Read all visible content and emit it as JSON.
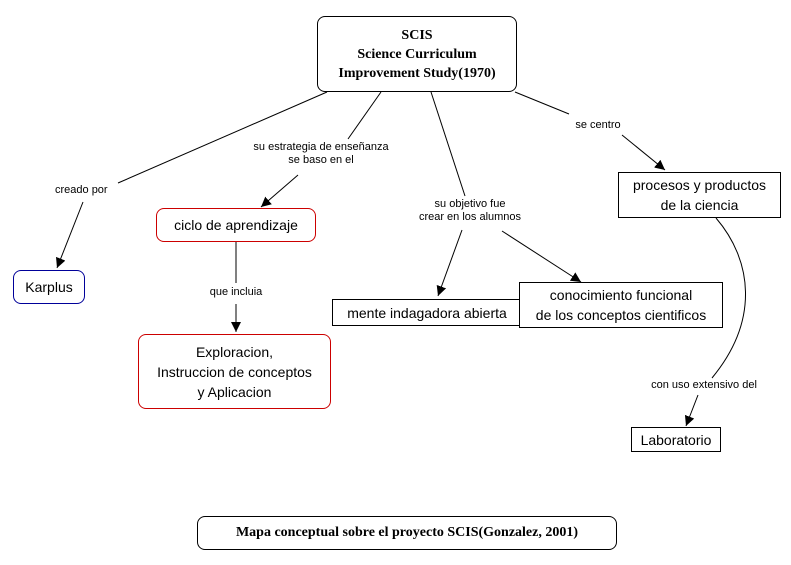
{
  "nodes": {
    "scis": [
      "SCIS",
      "Science Curriculum",
      "Improvement Study(1970)"
    ],
    "procesos": [
      "procesos y productos",
      "de la ciencia"
    ],
    "ciclo": "ciclo de aprendizaje",
    "karplus": "Karplus",
    "exploracion": [
      "Exploracion,",
      "Instruccion de conceptos",
      "y Aplicacion"
    ],
    "mente": "mente indagadora abierta",
    "conocimiento": [
      "conocimiento funcional",
      "de los conceptos cientificos"
    ],
    "laboratorio": "Laboratorio",
    "caption": "Mapa conceptual sobre el proyecto SCIS(Gonzalez, 2001)"
  },
  "links": {
    "creado_por": "creado por",
    "estrategia": [
      "su estrategia de enseñanza",
      "se baso en el"
    ],
    "objetivo": [
      "su objetivo fue",
      "crear en los alumnos"
    ],
    "se_centro": "se centro",
    "que_incluia": "que incluia",
    "uso_extensivo": "con uso extensivo del"
  }
}
